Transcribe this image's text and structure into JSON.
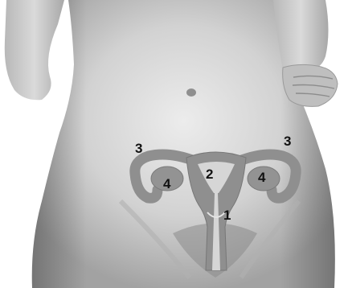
{
  "diagram": {
    "labels": [
      {
        "id": "cervix",
        "text": "1"
      },
      {
        "id": "uterus",
        "text": "2"
      },
      {
        "id": "fallopian-tube-left",
        "text": "3"
      },
      {
        "id": "fallopian-tube-right",
        "text": "3"
      },
      {
        "id": "ovary-left",
        "text": "4"
      },
      {
        "id": "ovary-right",
        "text": "4"
      }
    ],
    "colors": {
      "background": "#ffffff",
      "skin_light": "#e6e6e6",
      "skin_mid": "#bdbdbd",
      "skin_dark": "#8e8e8e",
      "organ_fill": "#8f8f8f",
      "organ_light": "#d6d6d6",
      "label": "#111111"
    }
  }
}
